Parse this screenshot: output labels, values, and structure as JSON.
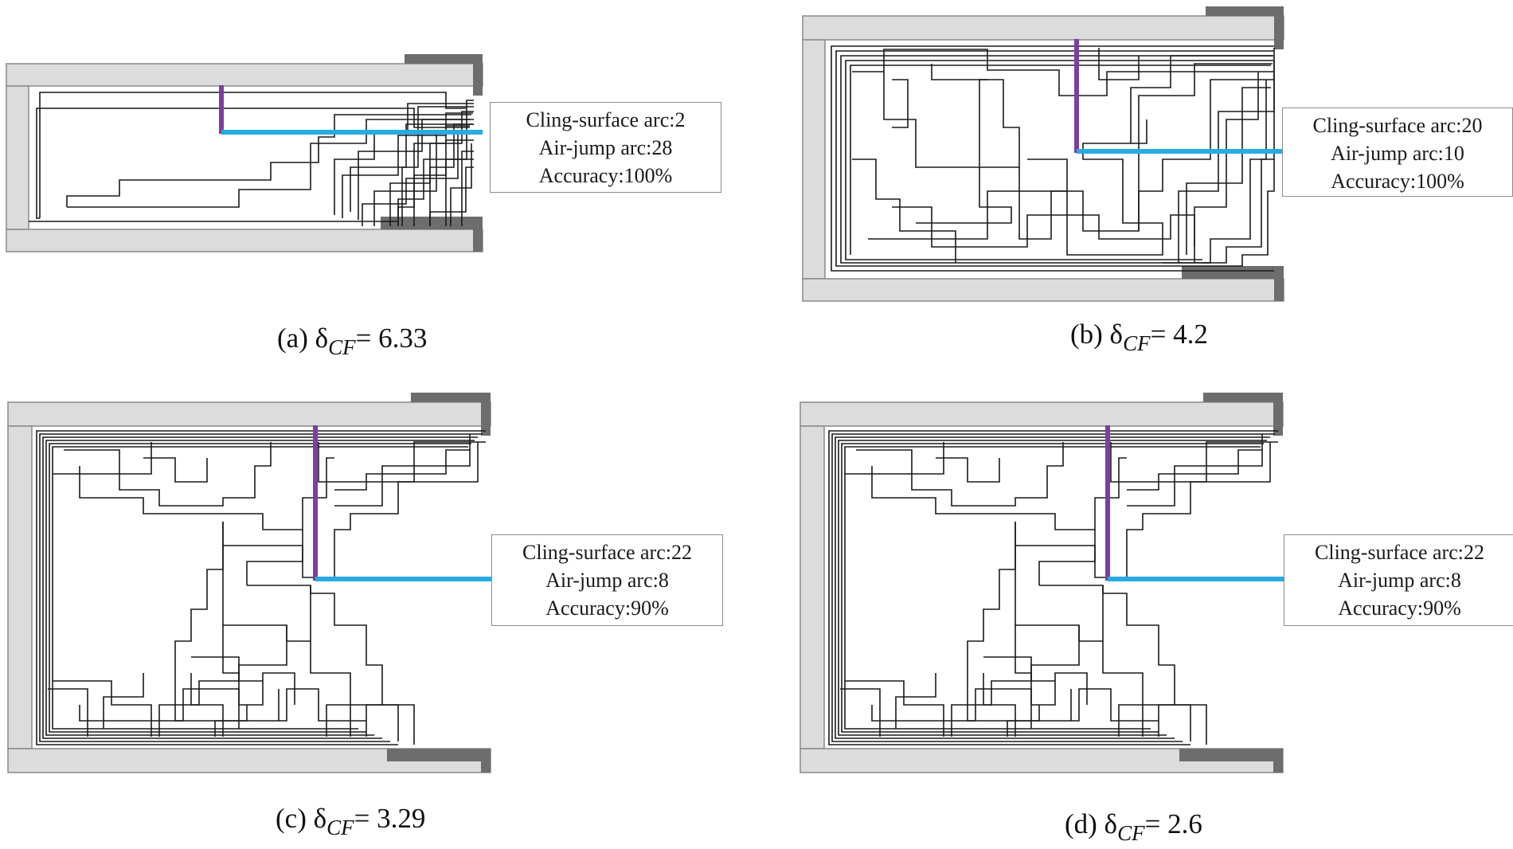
{
  "colors": {
    "wall_fill": "#dcdcdc",
    "wall_stroke": "#8a8a8a",
    "cap_fill": "#6d6d6d",
    "path_stroke": "#1a1a1a",
    "cling_arc": "#7b3f9e",
    "air_jump_arc": "#29abe2"
  },
  "panels": [
    {
      "id": "a",
      "info": {
        "cling": "Cling-surface arc:2",
        "air": "Air-jump arc:28",
        "accuracy": "Accuracy:100%"
      },
      "caption": {
        "prefix": "(a) δ",
        "sub": "CF",
        "value": "= 6.33"
      }
    },
    {
      "id": "b",
      "info": {
        "cling": "Cling-surface arc:20",
        "air": "Air-jump arc:10",
        "accuracy": "Accuracy:100%"
      },
      "caption": {
        "prefix": "(b) δ",
        "sub": "CF",
        "value": "= 4.2"
      }
    },
    {
      "id": "c",
      "info": {
        "cling": "Cling-surface arc:22",
        "air": "Air-jump arc:8",
        "accuracy": "Accuracy:90%"
      },
      "caption": {
        "prefix": "(c) δ",
        "sub": "CF",
        "value": "= 3.29"
      }
    },
    {
      "id": "d",
      "info": {
        "cling": "Cling-surface arc:22",
        "air": "Air-jump arc:8",
        "accuracy": "Accuracy:90%"
      },
      "caption": {
        "prefix": "(d) δ",
        "sub": "CF",
        "value": "= 2.6"
      }
    }
  ]
}
